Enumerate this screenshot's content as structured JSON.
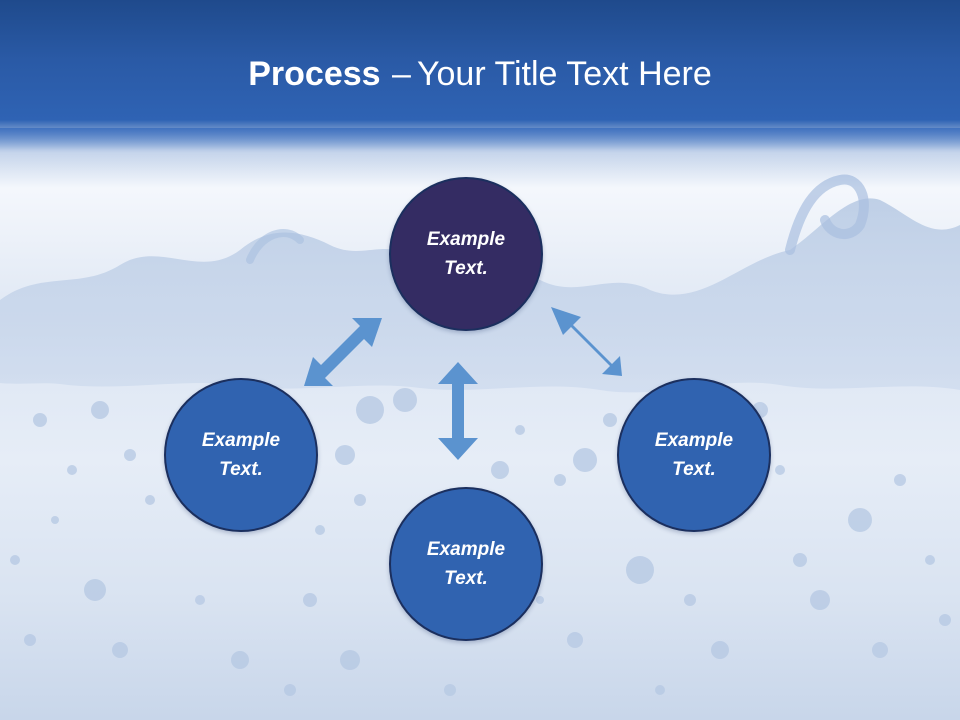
{
  "slide": {
    "title_bold": "Process",
    "title_dash": "–",
    "title_rest": "Your Title Text Here"
  },
  "diagram": {
    "nodes": [
      {
        "id": "top",
        "label": "Example\nText."
      },
      {
        "id": "left",
        "label": "Example\nText."
      },
      {
        "id": "right",
        "label": "Example\nText."
      },
      {
        "id": "bottom",
        "label": "Example\nText."
      }
    ],
    "colors": {
      "top_node": "#342c63",
      "side_nodes": "#3063b0",
      "arrows": "#5b93cf",
      "header": "#2a5aa6"
    }
  }
}
